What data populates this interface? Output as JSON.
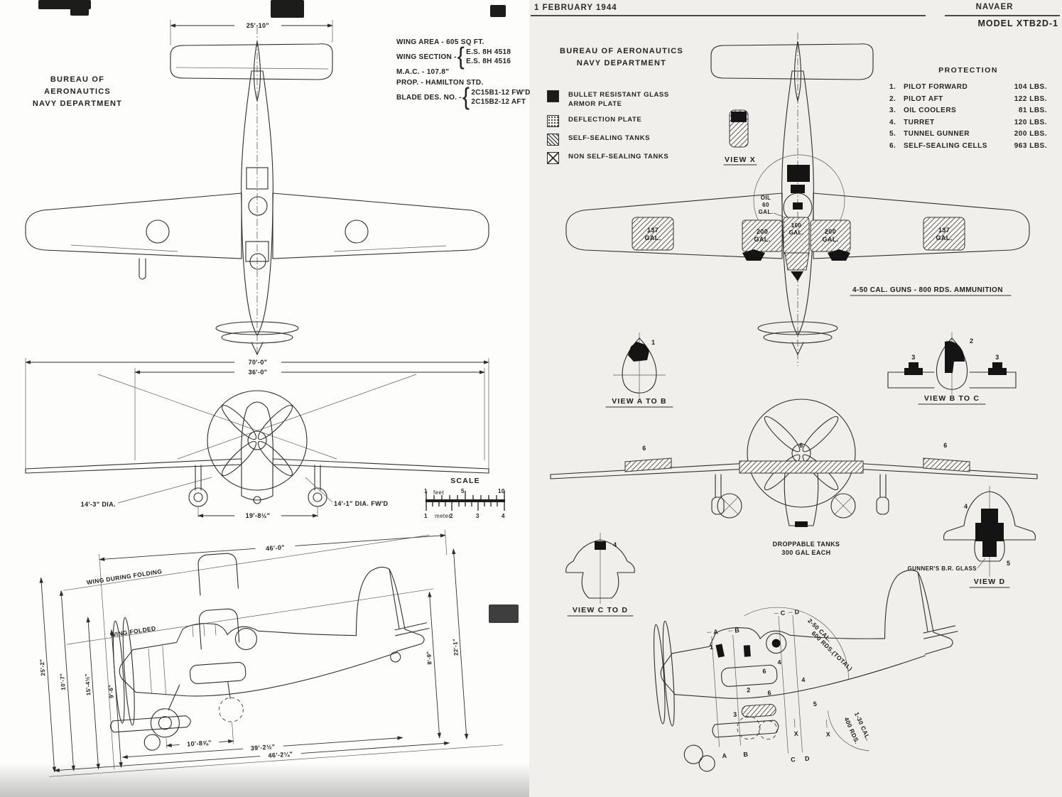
{
  "left_panel": {
    "agency": {
      "line1": "BUREAU OF AERONAUTICS",
      "line2": "NAVY DEPARTMENT"
    },
    "specs": {
      "wing_area": "WING AREA - 605 SQ FT.",
      "wing_section_label": "WING SECTION -",
      "wing_section_1": "E.S. 8H 4518",
      "wing_section_2": "E.S. 8H 4516",
      "mac": "M.A.C. - 107.8\"",
      "prop": "PROP. - HAMILTON STD.",
      "blade_label": "BLADE DES. NO. -",
      "blade_1": "2C15B1-12 FW'D",
      "blade_2": "2C15B2-12 AFT"
    },
    "plan_view": {
      "tail_span": "25'-10\""
    },
    "front_view": {
      "span": "70'-0\"",
      "folded_span": "36'-0\"",
      "prop_dia_left": "14'-3\" DIA.",
      "wheel_track": "19'-8½\"",
      "prop_dia_right": "14'-1\" DIA. FW'D"
    },
    "scale_bar": {
      "title": "SCALE",
      "feet": {
        "n1": "1",
        "unit": "feet",
        "n5": "5",
        "n10": "10"
      },
      "meters": {
        "n1": "1",
        "unit": "meter",
        "n2": "2",
        "n3": "3",
        "n4": "4"
      }
    },
    "side_view": {
      "fold_length": "46'-0\"",
      "wing_during_folding": "WING DURING FOLDING",
      "wing_folded": "WING FOLDED",
      "dim_wheel_to_tail": "10'-8⅝\"",
      "dim_39": "39'-2½\"",
      "dim_46": "46'-2¼\"",
      "height_dims": {
        "h1": "25'-2\"",
        "h2": "10'-7\"",
        "h3": "15'-4½\"",
        "h4": "9'-6\""
      },
      "right_dims": {
        "r1": "8'-9\"",
        "r2": "22'-1\""
      }
    }
  },
  "right_panel": {
    "header": {
      "date": "1 FEBRUARY 1944",
      "org": "NAVAER",
      "model": "MODEL XTB2D-1"
    },
    "agency": {
      "line1": "BUREAU OF AERONAUTICS",
      "line2": "NAVY DEPARTMENT"
    },
    "legend": {
      "items": [
        {
          "label": "BULLET RESISTANT GLASS ARMOR PLATE",
          "swatch": "solid-black"
        },
        {
          "label": "DEFLECTION PLATE",
          "swatch": "dot-hatch"
        },
        {
          "label": "SELF-SEALING TANKS",
          "swatch": "diagonal-hatch"
        },
        {
          "label": "NON SELF-SEALING TANKS",
          "swatch": "crossed-box"
        }
      ]
    },
    "protection": {
      "title": "PROTECTION",
      "rows": [
        {
          "num": "1.",
          "item": "PILOT FORWARD",
          "weight": "104 LBS."
        },
        {
          "num": "2.",
          "item": "PILOT AFT",
          "weight": "122 LBS."
        },
        {
          "num": "3.",
          "item": "OIL COOLERS",
          "weight": "81 LBS."
        },
        {
          "num": "4.",
          "item": "TURRET",
          "weight": "120 LBS."
        },
        {
          "num": "5.",
          "item": "TUNNEL GUNNER",
          "weight": "200 LBS."
        },
        {
          "num": "6.",
          "item": "SELF-SEALING CELLS",
          "weight": "963 LBS."
        }
      ]
    },
    "plan_view": {
      "view_x_label": "VIEW X",
      "oil_l1": "OIL",
      "oil_l2": "60",
      "oil_l3": "GAL.",
      "tank_outer_l1": "137",
      "tank_outer_l2": "GAL.",
      "tank_inner_l1": "200",
      "tank_inner_l2": "GAL.",
      "tank_center_l1": "100",
      "tank_center_l2": "GAL.",
      "guns_note": "4-50 CAL. GUNS - 800 RDS. AMMUNITION"
    },
    "views": {
      "a_to_b": "VIEW A TO B",
      "b_to_c": "VIEW B TO C",
      "c_to_d": "VIEW C TO D",
      "d": "VIEW D",
      "gunners_glass": "GUNNER'S B.R. GLASS"
    },
    "front_view": {
      "droppable_l1": "DROPPABLE TANKS",
      "droppable_l2": "300 GAL EACH"
    },
    "side_view": {
      "turret_note_l1": "2-50 CAL.",
      "turret_note_l2": "600 RDS.(TOTAL)",
      "tunnel_note_l1": "400 RDS.",
      "tunnel_note_l2": "1-30 CAL.",
      "sections": {
        "a": "A",
        "b": "B",
        "c": "C",
        "d": "D",
        "x": "X"
      }
    },
    "callouts": {
      "c1": "1",
      "c2": "2",
      "c3": "3",
      "c4": "4",
      "c5": "5",
      "c6": "6"
    }
  }
}
